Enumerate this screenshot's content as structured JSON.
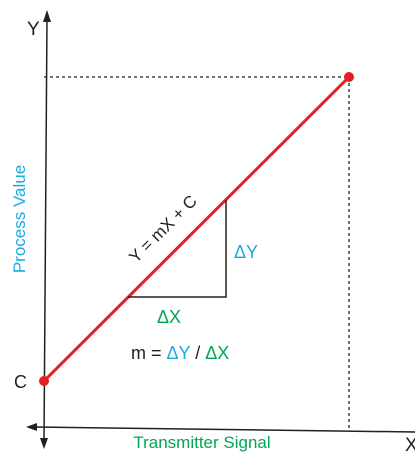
{
  "diagram": {
    "axis_y_letter": "Y",
    "axis_x_letter": "X",
    "y_axis_title": "Process Value",
    "x_axis_title": "Transmitter Signal",
    "intercept_label": "C",
    "line_equation": "Y = mX + C",
    "delta_y": "ΔY",
    "delta_x": "ΔX",
    "slope_formula": {
      "prefix": "m = ",
      "numerator": "ΔY",
      "separator": " / ",
      "denominator": "ΔX"
    },
    "colors": {
      "axis": "#231f20",
      "line": "#e31e24",
      "point": "#e31e24",
      "cyan_text": "#1ba9e1",
      "green_text": "#00a651",
      "black_text": "#231f20"
    }
  }
}
